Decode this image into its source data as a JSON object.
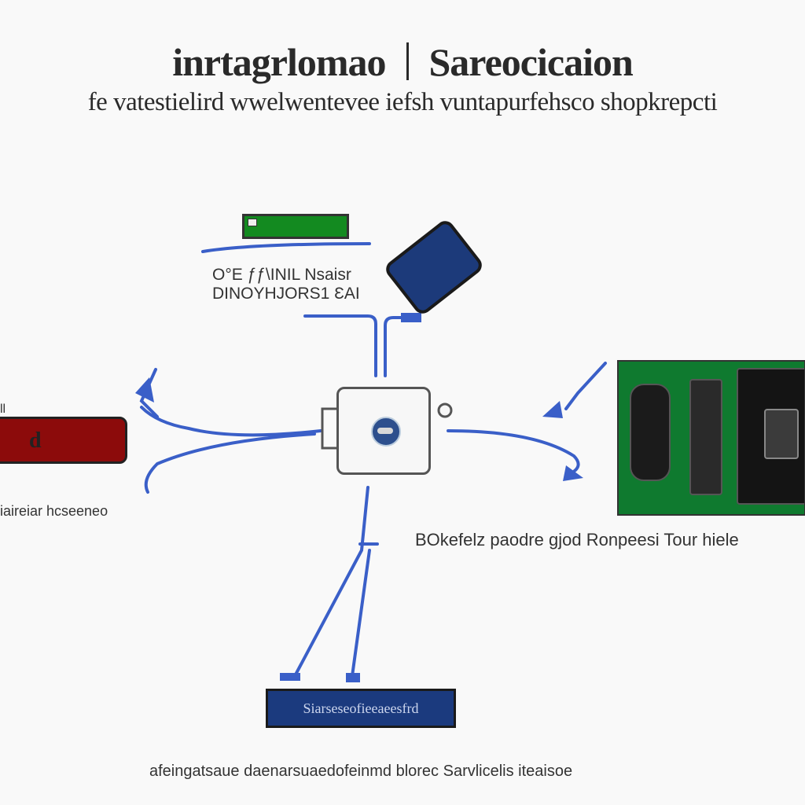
{
  "title_left": "inrtagrlomao",
  "title_right": "Sareocicaion",
  "subtitle": "fe vatestielird wwelwentevee iefsh vuntapurfehsco shopkrepcti",
  "labels": {
    "top": "O°E ƒƒ\\INIL Nsaisr\nDINOYHJORS1 ƐAI",
    "left": "iaireiar hcseeneo",
    "right": "BOkefelz paodre gjod Ronpeesi Tour hiele",
    "bottom": "afeingatsaue daenarsuaedofeinmd blorec Sarvlicelis iteaisoe",
    "bottom_block": "Siarseseofieeaeesfrd",
    "red_block": "d",
    "small_left": "ll"
  },
  "colors": {
    "wire": "#3a5fc8",
    "green": "#138a20",
    "navy": "#1c3a7a",
    "red": "#8c0b0b"
  }
}
